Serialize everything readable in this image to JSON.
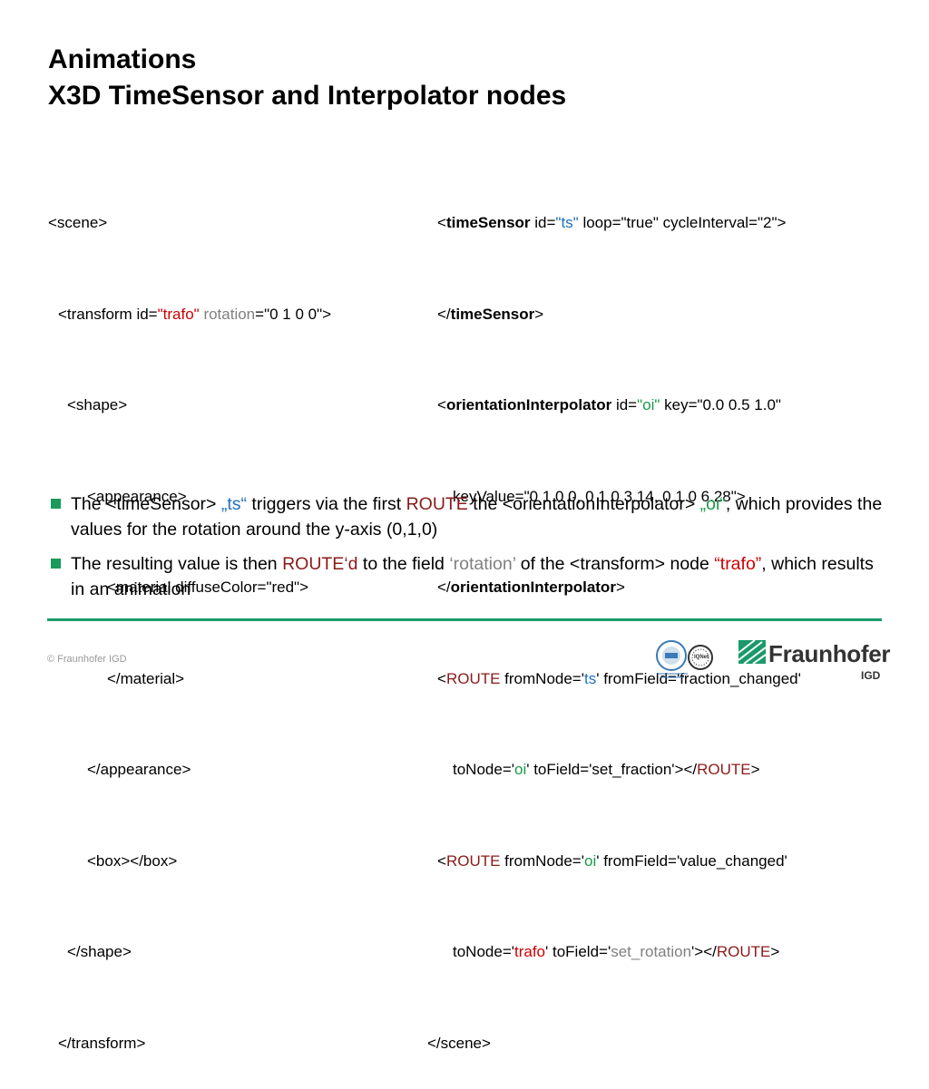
{
  "title": {
    "line1": "Animations",
    "line2": "X3D TimeSensor and Interpolator nodes"
  },
  "code_left": {
    "l1": "<scene>",
    "l2_pre": "<transform id=",
    "l2_id": "\"trafo\"",
    "l2_rot": "rotation",
    "l2_post": "=\"0 1 0 0\">",
    "l3": "<shape>",
    "l4": "<appearance>",
    "l5": "<material diffuseColor=\"red\">",
    "l6": "</material>",
    "l7": "</appearance>",
    "l8": "<box></box>",
    "l9": "</shape>",
    "l10": "</transform>"
  },
  "code_right": {
    "r1_open": "<",
    "r1_tag": "timeSensor",
    "r1_id": " id=",
    "r1_idval": "\"ts\"",
    "r1_rest": " loop=\"true\" cycleInterval=\"2\">",
    "r2_open": "</",
    "r2_tag": "timeSensor",
    "r2_close": ">",
    "r3_open": "<",
    "r3_tag": "orientationInterpolator",
    "r3_id": " id=",
    "r3_idval": "\"oi\"",
    "r3_rest": " key=\"0.0 0.5 1.0\"",
    "r4": "keyValue=\"0 1 0 0, 0 1 0 3.14, 0 1 0 6.28\">",
    "r5_open": "</",
    "r5_tag": "orientationInterpolator",
    "r5_close": ">",
    "r6_open": "<",
    "r6_route": "ROUTE",
    "r6_from": " fromNode='",
    "r6_ts": "ts",
    "r6_rest": "' fromField='fraction_changed'",
    "r7_pre": "toNode='",
    "r7_oi": "oi",
    "r7_mid": "' toField='set_fraction'></",
    "r7_route": "ROUTE",
    "r7_close": ">",
    "r8_open": "<",
    "r8_route": "ROUTE",
    "r8_from": " fromNode='",
    "r8_oi": "oi",
    "r8_rest": "' fromField='value_changed'",
    "r9_pre": "toNode='",
    "r9_trafo": "trafo",
    "r9_mid": "' toField='",
    "r9_setrot": "set_rotation",
    "r9_mid2": "'></",
    "r9_route": "ROUTE",
    "r9_close": ">",
    "r10": "</scene>"
  },
  "bullets": {
    "b1_a": "The <timeSensor> ",
    "b1_ts": "„ts“",
    "b1_b": " triggers via the first ",
    "b1_route": "ROUTE",
    "b1_c": " the <orientationInterpolator> ",
    "b1_oi": "„oi“",
    "b1_d": ", which provides the values for the rotation around the y-axis (0,1,0)",
    "b2_a": "The resulting value is then ",
    "b2_route": "ROUTE",
    "b2_d": "‘d",
    "b2_b": " to the field ",
    "b2_rot": "‘rotation’",
    "b2_c": " of the <transform> node ",
    "b2_trafo": "“trafo”",
    "b2_e": ", which results in an animation"
  },
  "footer": {
    "copyright": "© Fraunhofer IGD"
  },
  "logo": {
    "name": "Fraunhofer",
    "sub": "IGD",
    "seal_text": "IQNet"
  },
  "colors": {
    "accent_green": "#1a9a6a",
    "id_blue": "#1f6fbf",
    "red": "#cc0000",
    "route_maroon": "#8b1a1a"
  }
}
